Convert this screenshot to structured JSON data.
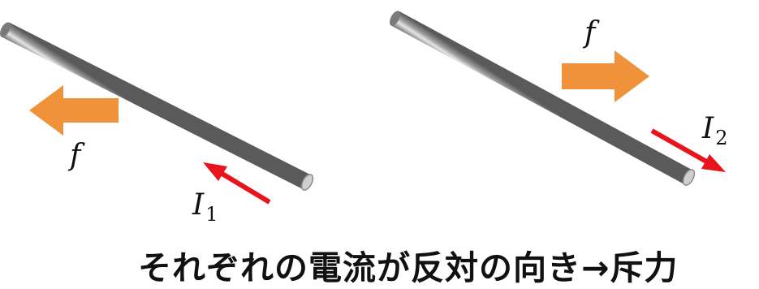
{
  "labels": {
    "force_left": "f",
    "force_right": "f",
    "current_left_symbol": "I",
    "current_left_subscript": "1",
    "current_right_symbol": "I",
    "current_right_subscript": "2"
  },
  "caption": "それぞれの電流が反対の向き→斥力",
  "colors": {
    "force_arrow": "#f0923a",
    "current_arrow": "#e8141c",
    "rod": "#8a8a8a",
    "text": "#111111"
  }
}
